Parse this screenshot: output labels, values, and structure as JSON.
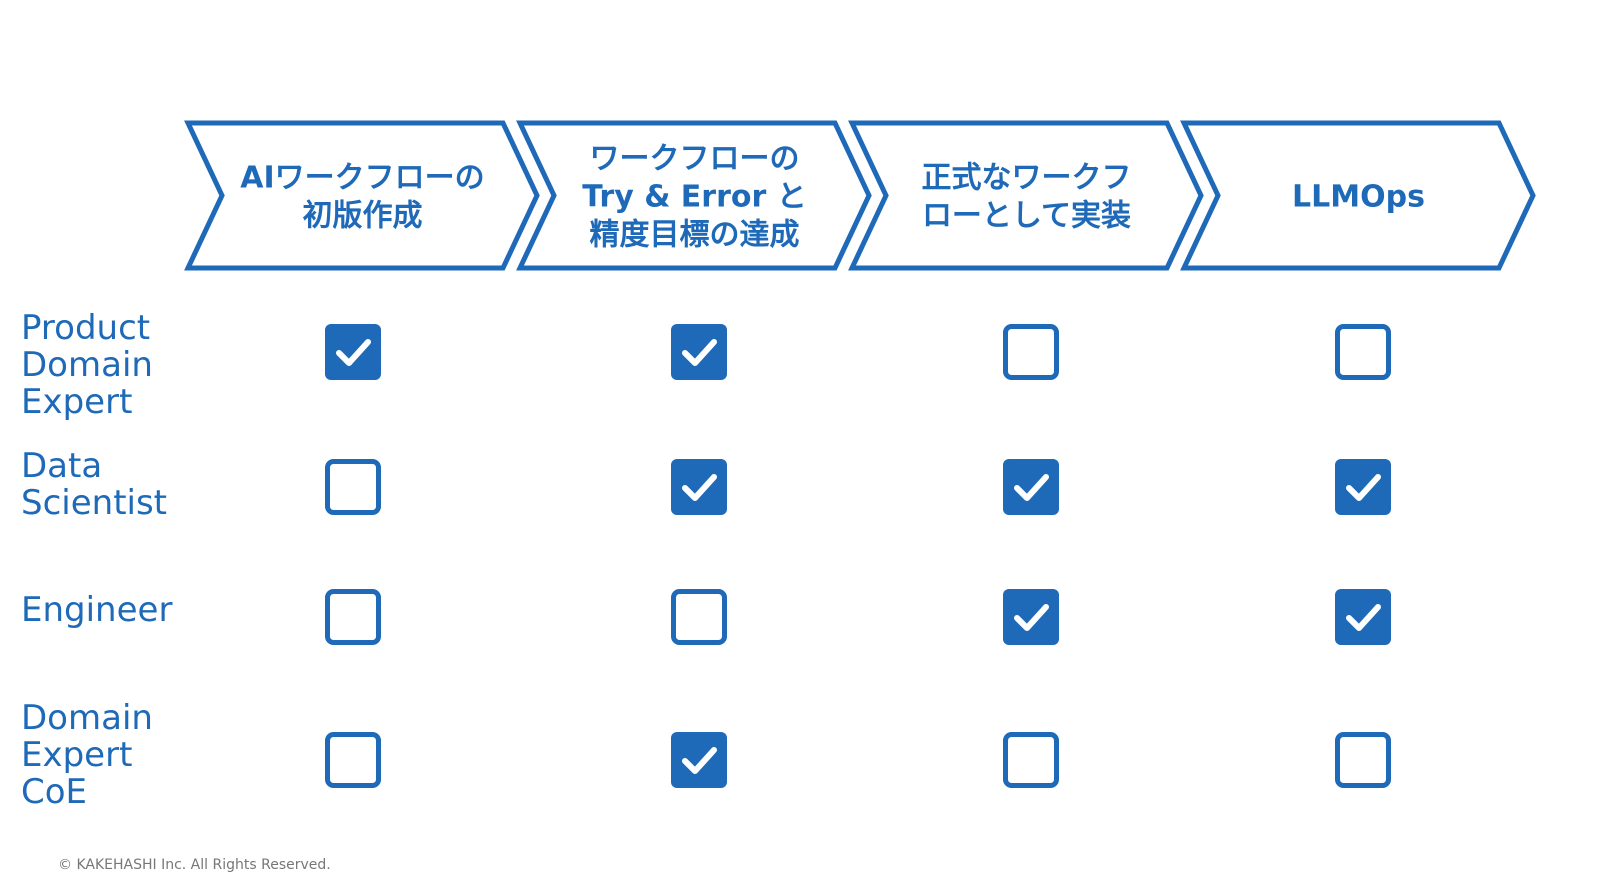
{
  "colors": {
    "primary": "#1e6ab8",
    "arrow_fill": "#ffffff",
    "copyright_text": "#777777"
  },
  "stages": [
    {
      "lines": [
        "AIワークフローの",
        "初版作成"
      ]
    },
    {
      "lines": [
        "ワークフローの",
        "Try & Error と",
        "精度目標の達成"
      ]
    },
    {
      "lines": [
        "正式なワークフ",
        "ローとして実装"
      ]
    },
    {
      "lines": [
        "LLMOps"
      ]
    }
  ],
  "roles": [
    {
      "label": "Product\nDomain\nExpert",
      "checks": [
        true,
        true,
        false,
        false
      ]
    },
    {
      "label": "Data\nScientist",
      "checks": [
        false,
        true,
        true,
        true
      ]
    },
    {
      "label": "Engineer",
      "checks": [
        false,
        false,
        true,
        true
      ]
    },
    {
      "label": "Domain\nExpert\nCoE",
      "checks": [
        false,
        true,
        false,
        false
      ]
    }
  ],
  "footer": {
    "copyright": "© KAKEHASHI Inc. All Rights Reserved."
  }
}
